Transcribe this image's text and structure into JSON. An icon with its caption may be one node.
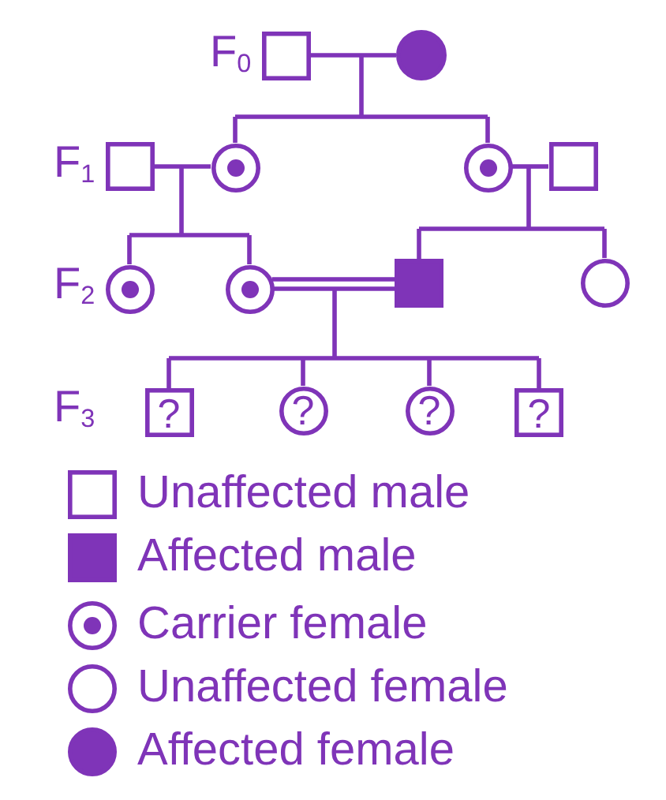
{
  "diagram": {
    "nodes": [
      {
        "text": [],
        "shape": "box"
      },
      {
        "text": [],
        "shape": "circle"
      },
      {
        "text": [],
        "shape": "box"
      },
      {
        "text": [],
        "shape": "circle"
      },
      {
        "text": [],
        "shape": "circle"
      },
      {
        "text": [],
        "shape": "box"
      },
      {
        "text": [],
        "shape": "circle"
      },
      {
        "text": [],
        "shape": "circle"
      },
      {
        "text": [],
        "shape": "box"
      },
      {
        "text": [],
        "shape": "circle"
      },
      {
        "text": [
          "?"
        ]
      },
      {
        "text": [
          "?"
        ]
      },
      {
        "text": [
          "?"
        ]
      },
      {
        "text": [
          "?"
        ]
      }
    ],
    "edges": [
      {
        "from": 0,
        "to": 1,
        "arrow": "none"
      },
      {
        "from": 0,
        "to": 3,
        "arrow": "none"
      },
      {
        "from": 1,
        "to": 3,
        "arrow": "none"
      },
      {
        "from": 0,
        "to": 4,
        "arrow": "none"
      },
      {
        "from": 1,
        "to": 4,
        "arrow": "none"
      },
      {
        "from": 2,
        "to": 3,
        "arrow": "none"
      },
      {
        "from": 4,
        "to": 5,
        "arrow": "none"
      },
      {
        "from": 2,
        "to": 6,
        "arrow": "none"
      },
      {
        "from": 3,
        "to": 6,
        "arrow": "none"
      },
      {
        "from": 2,
        "to": 7,
        "arrow": "none"
      },
      {
        "from": 3,
        "to": 7,
        "arrow": "none"
      },
      {
        "from": 4,
        "to": 8,
        "arrow": "none"
      },
      {
        "from": 5,
        "to": 8,
        "arrow": "none"
      },
      {
        "from": 4,
        "to": 9,
        "arrow": "none"
      },
      {
        "from": 5,
        "to": 9,
        "arrow": "none"
      },
      {
        "from": 7,
        "to": 8,
        "arrow": "none"
      },
      {
        "from": 7,
        "to": 10,
        "arrow": "none"
      },
      {
        "from": 8,
        "to": 10,
        "arrow": "none"
      },
      {
        "from": 7,
        "to": 11,
        "arrow": "none"
      },
      {
        "from": 8,
        "to": 11,
        "arrow": "none"
      },
      {
        "from": 7,
        "to": 12,
        "arrow": "none"
      },
      {
        "from": 8,
        "to": 12,
        "arrow": "none"
      },
      {
        "from": 7,
        "to": 13,
        "arrow": "none"
      },
      {
        "from": 8,
        "to": 13,
        "arrow": "none"
      }
    ],
    "labels": [
      "F$_{0}$",
      "F$_{1}$",
      "F$_{2}$",
      "F$_{3}$"
    ],
    "legend": [
      {
        "text": "Unaffected male"
      },
      {
        "text": "Affected male"
      },
      {
        "text": "Carrier female"
      },
      {
        "text": "Unaffected female"
      },
      {
        "text": "Affected female"
      }
    ]
  }
}
